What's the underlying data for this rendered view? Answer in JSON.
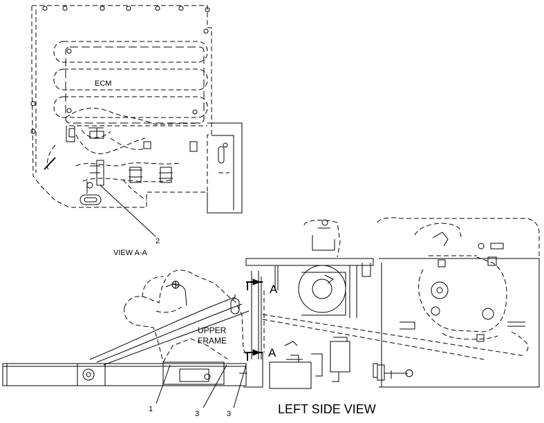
{
  "labels": {
    "ecm": "ECM",
    "view_aa": "VIEW A-A",
    "callout_2": "2",
    "section_a_top": "A",
    "section_a_bottom": "A",
    "upper_frame_line1": "UPPER",
    "upper_frame_line2": "FRAME",
    "callout_1": "1",
    "callout_3_left": "3",
    "callout_3_right": "3",
    "left_side_view": "LEFT SIDE VIEW"
  },
  "colors": {
    "line": "#000000",
    "background": "#ffffff"
  }
}
